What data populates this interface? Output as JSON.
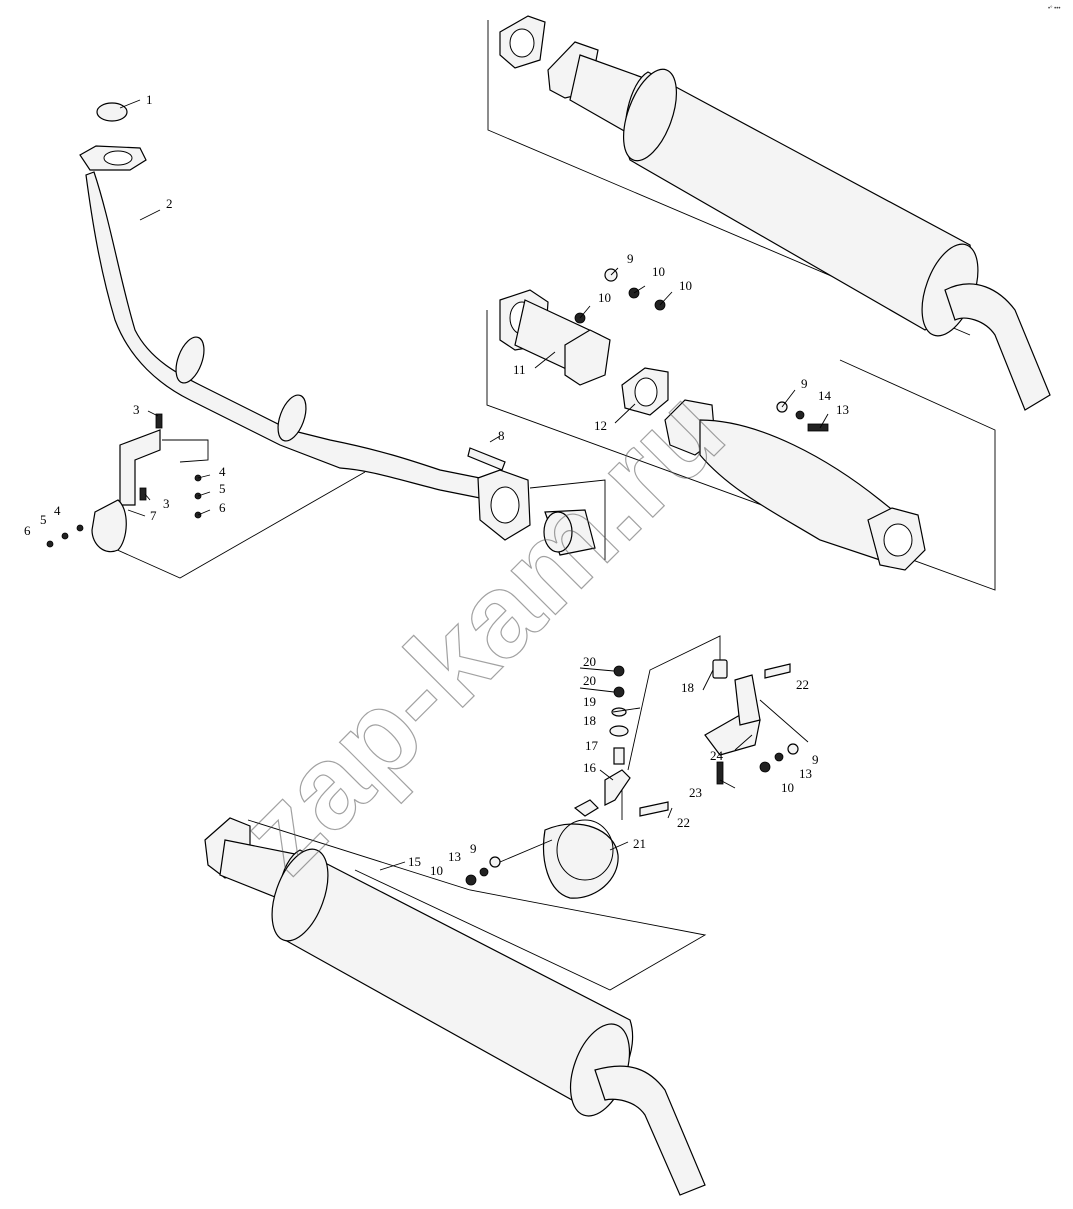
{
  "watermark": "zap-kam.ru",
  "corner_mark": "•° •••",
  "callouts": [
    {
      "id": "c1",
      "label": "1"
    },
    {
      "id": "c2",
      "label": "2"
    },
    {
      "id": "c3a",
      "label": "3"
    },
    {
      "id": "c3b",
      "label": "3"
    },
    {
      "id": "c4a",
      "label": "4"
    },
    {
      "id": "c5a",
      "label": "5"
    },
    {
      "id": "c6a",
      "label": "6"
    },
    {
      "id": "c4b",
      "label": "4"
    },
    {
      "id": "c5b",
      "label": "5"
    },
    {
      "id": "c6b",
      "label": "6"
    },
    {
      "id": "c7",
      "label": "7"
    },
    {
      "id": "c8",
      "label": "8"
    },
    {
      "id": "c9a",
      "label": "9"
    },
    {
      "id": "c10a",
      "label": "10"
    },
    {
      "id": "c10b",
      "label": "10"
    },
    {
      "id": "c10c",
      "label": "10"
    },
    {
      "id": "c11",
      "label": "11"
    },
    {
      "id": "c12",
      "label": "12"
    },
    {
      "id": "c9b",
      "label": "9"
    },
    {
      "id": "c14",
      "label": "14"
    },
    {
      "id": "c13a",
      "label": "13"
    },
    {
      "id": "c20a",
      "label": "20"
    },
    {
      "id": "c20b",
      "label": "20"
    },
    {
      "id": "c19",
      "label": "19"
    },
    {
      "id": "c18a",
      "label": "18"
    },
    {
      "id": "c17",
      "label": "17"
    },
    {
      "id": "c16",
      "label": "16"
    },
    {
      "id": "c18b",
      "label": "18"
    },
    {
      "id": "c22a",
      "label": "22"
    },
    {
      "id": "c24",
      "label": "24"
    },
    {
      "id": "c9c",
      "label": "9"
    },
    {
      "id": "c13b",
      "label": "13"
    },
    {
      "id": "c10d",
      "label": "10"
    },
    {
      "id": "c23",
      "label": "23"
    },
    {
      "id": "c22b",
      "label": "22"
    },
    {
      "id": "c21",
      "label": "21"
    },
    {
      "id": "c15",
      "label": "15"
    },
    {
      "id": "c9d",
      "label": "9"
    },
    {
      "id": "c13c",
      "label": "13"
    },
    {
      "id": "c10e",
      "label": "10"
    }
  ]
}
